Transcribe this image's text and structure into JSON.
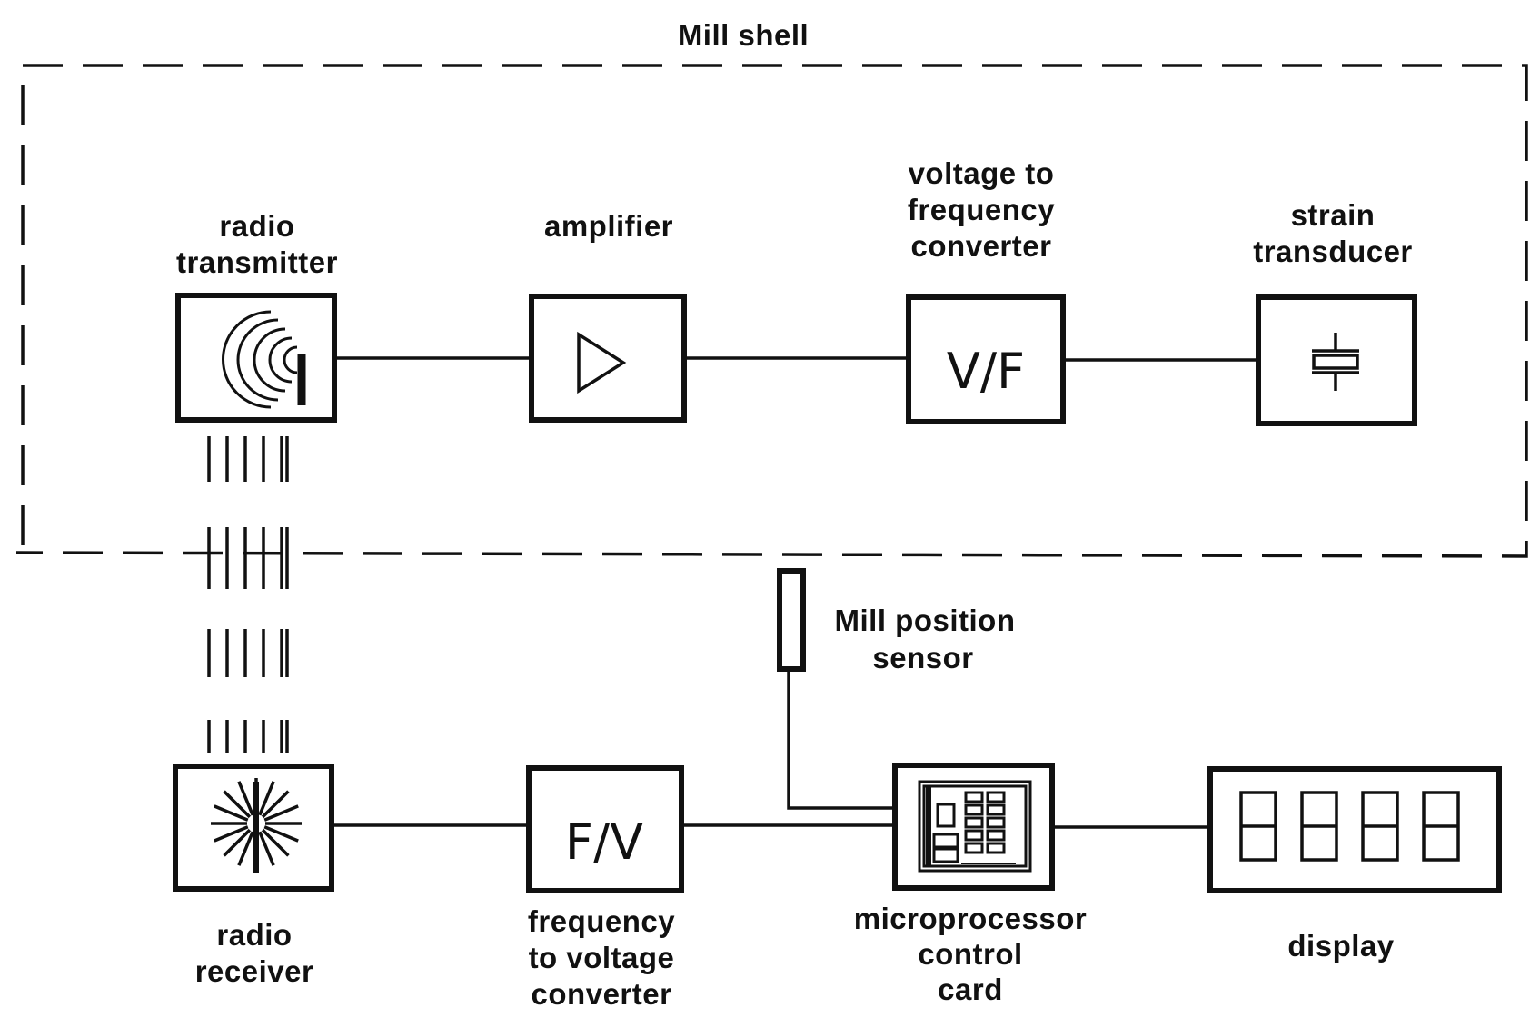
{
  "region": {
    "label": "Mill shell"
  },
  "blocks": {
    "radio_transmitter": {
      "line1": "radio",
      "line2": "transmitter"
    },
    "amplifier": {
      "line1": "amplifier"
    },
    "vf_converter": {
      "line1": "voltage to",
      "line2": "frequency",
      "line3": "converter",
      "symbol": "V/F"
    },
    "strain_transducer": {
      "line1": "strain",
      "line2": "transducer"
    },
    "radio_receiver": {
      "line1": "radio",
      "line2": "receiver"
    },
    "fv_converter": {
      "line1": "frequency",
      "line2": "to voltage",
      "line3": "converter",
      "symbol": "F/V"
    },
    "microprocessor": {
      "line1": "microprocessor",
      "line2": "control",
      "line3": "card"
    },
    "display": {
      "line1": "display"
    },
    "mill_position_sensor": {
      "line1": "Mill position",
      "line2": "sensor"
    }
  },
  "icons": {
    "transmitter": "radio-waves-antenna-icon",
    "amplifier": "amplifier-triangle-icon",
    "transducer": "piezo-crystal-icon",
    "receiver": "starburst-icon",
    "microprocessor": "circuit-board-icon",
    "display": "seven-segment-digits-icon"
  },
  "display_digits": 4,
  "colors": {
    "ink": "#111111",
    "background": "#ffffff"
  }
}
